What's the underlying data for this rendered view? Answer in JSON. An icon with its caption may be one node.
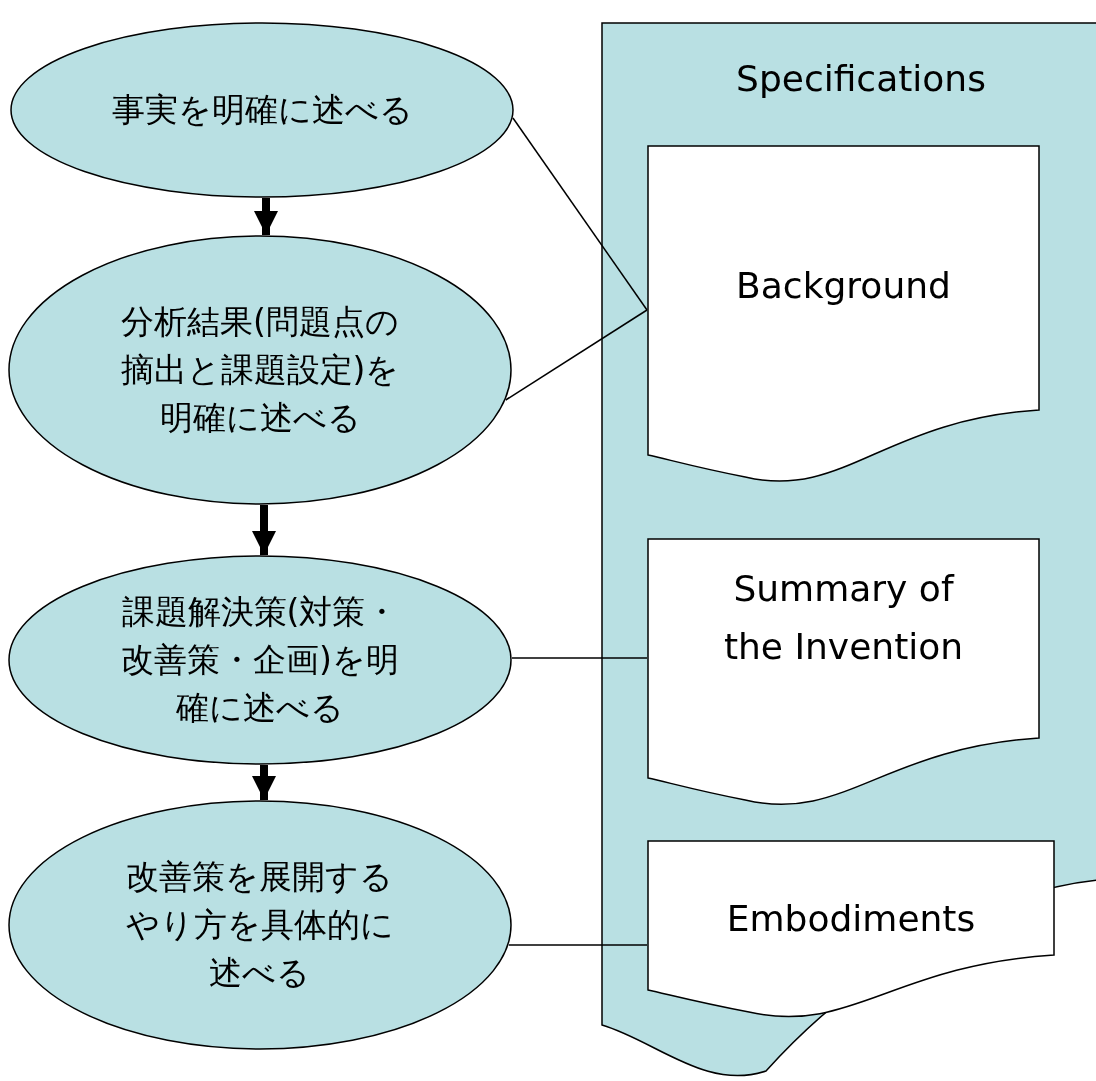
{
  "diagram": {
    "nodes": [
      {
        "text": [
          "事実を明確に述べる"
        ]
      },
      {
        "text": [
          "分析結果(問題点の摘出と課題設定)を明確に述べる"
        ]
      },
      {
        "text": [
          "課題解決策(対策・改善策・企画)を明確に述べる"
        ]
      },
      {
        "text": [
          "改善策を展開するやり方を具体的に述べる"
        ]
      },
      {
        "text": [
          "Specifications"
        ]
      },
      {
        "text": [
          "Background"
        ],
        "in": 4
      },
      {
        "text": [
          "Summary of the Invention"
        ],
        "in": 4
      },
      {
        "text": [
          "Embodiments"
        ],
        "in": 4
      }
    ],
    "edges": [
      {
        "from": 0,
        "to": 1,
        "arrow": "to",
        "style": "thick"
      },
      {
        "from": 1,
        "to": 2,
        "arrow": "to",
        "style": "thick"
      },
      {
        "from": 2,
        "to": 3,
        "arrow": "to",
        "style": "thick"
      },
      {
        "from": 0,
        "to": 5,
        "arrow": "none"
      },
      {
        "from": 1,
        "to": 5,
        "arrow": "none"
      },
      {
        "from": 2,
        "to": 6,
        "arrow": "none"
      },
      {
        "from": 3,
        "to": 7,
        "arrow": "none"
      }
    ]
  }
}
